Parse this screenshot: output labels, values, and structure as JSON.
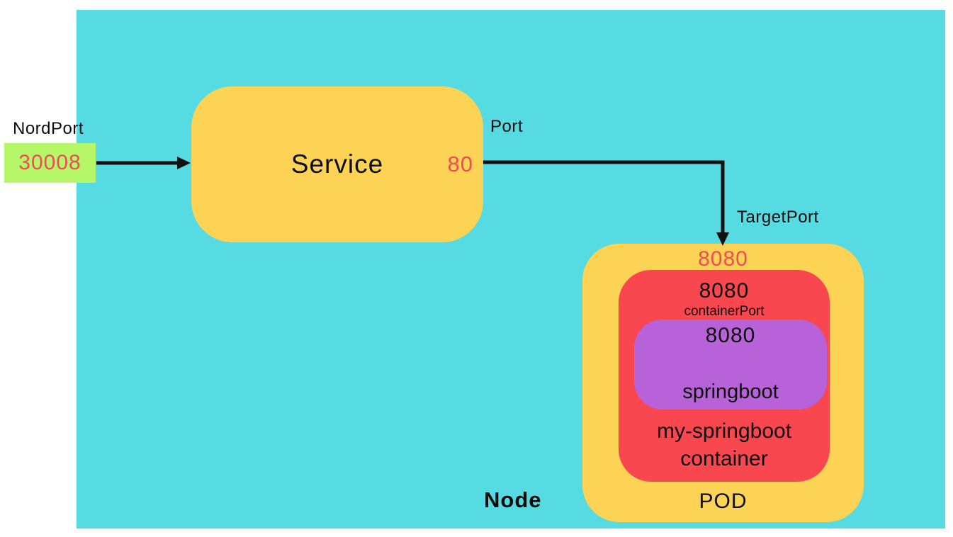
{
  "diagram": {
    "node": {
      "label": "Node"
    },
    "nodeport": {
      "label": "NordPort",
      "value": "30008"
    },
    "service": {
      "label": "Service",
      "port_label": "Port",
      "port_value": "80"
    },
    "targetport": {
      "label": "TargetPort",
      "value": "8080"
    },
    "pod": {
      "label": "POD",
      "container_port_value": "8080",
      "container_port_label": "containerPort",
      "container_name_line1": "my-springboot",
      "container_name_line2": "container",
      "app": {
        "port_value": "8080",
        "name": "springboot"
      }
    }
  },
  "colors": {
    "node_bg": "#56dbe2",
    "service_bg": "#fdd355",
    "pod_bg": "#fdd355",
    "nodeport_bg": "#b6f76a",
    "container_bg": "#f8474f",
    "app_bg": "#b862da",
    "port_text": "#f24b55",
    "text": "#0d0d0d",
    "arrow": "#111111"
  }
}
